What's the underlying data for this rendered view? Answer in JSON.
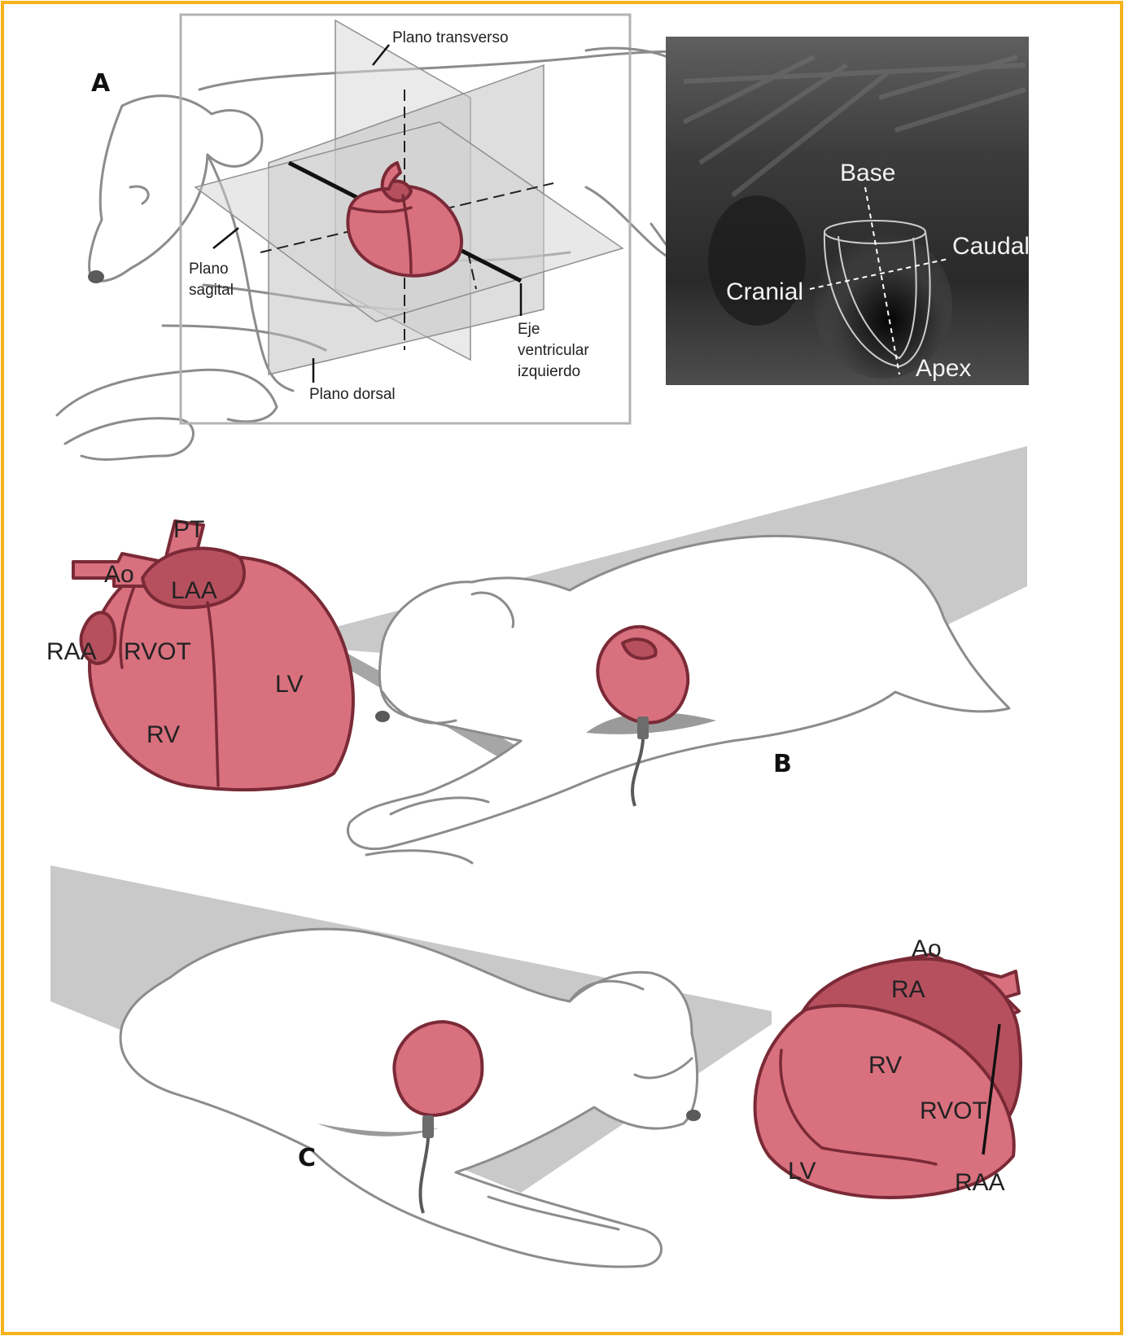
{
  "panels": {
    "a": "A",
    "b": "B",
    "c": "C"
  },
  "panel_a": {
    "planes": {
      "transverse": "Plano transverso",
      "sagittal_1": "Plano",
      "sagittal_2": "sagital",
      "dorsal": "Plano dorsal"
    },
    "axis": {
      "line1": "Eje",
      "line2": "ventricular",
      "line3": "izquierdo"
    }
  },
  "xray": {
    "base": "Base",
    "caudal": "Caudal",
    "cranial": "Cranial",
    "apex": "Apex"
  },
  "heart_b": {
    "pt": "PT",
    "ao": "Ao",
    "laa": "LAA",
    "raa": "RAA",
    "rvot": "RVOT",
    "lv": "LV",
    "rv": "RV"
  },
  "heart_c": {
    "ao": "Ao",
    "ra": "RA",
    "rv": "RV",
    "rvot": "RVOT",
    "lv": "LV",
    "raa": "RAA"
  },
  "colors": {
    "frame": "#f5b21b",
    "heart": "#d8707e",
    "heart_dark": "#b7505e",
    "outline": "#7a2a36",
    "table": "#c9c9c9"
  }
}
